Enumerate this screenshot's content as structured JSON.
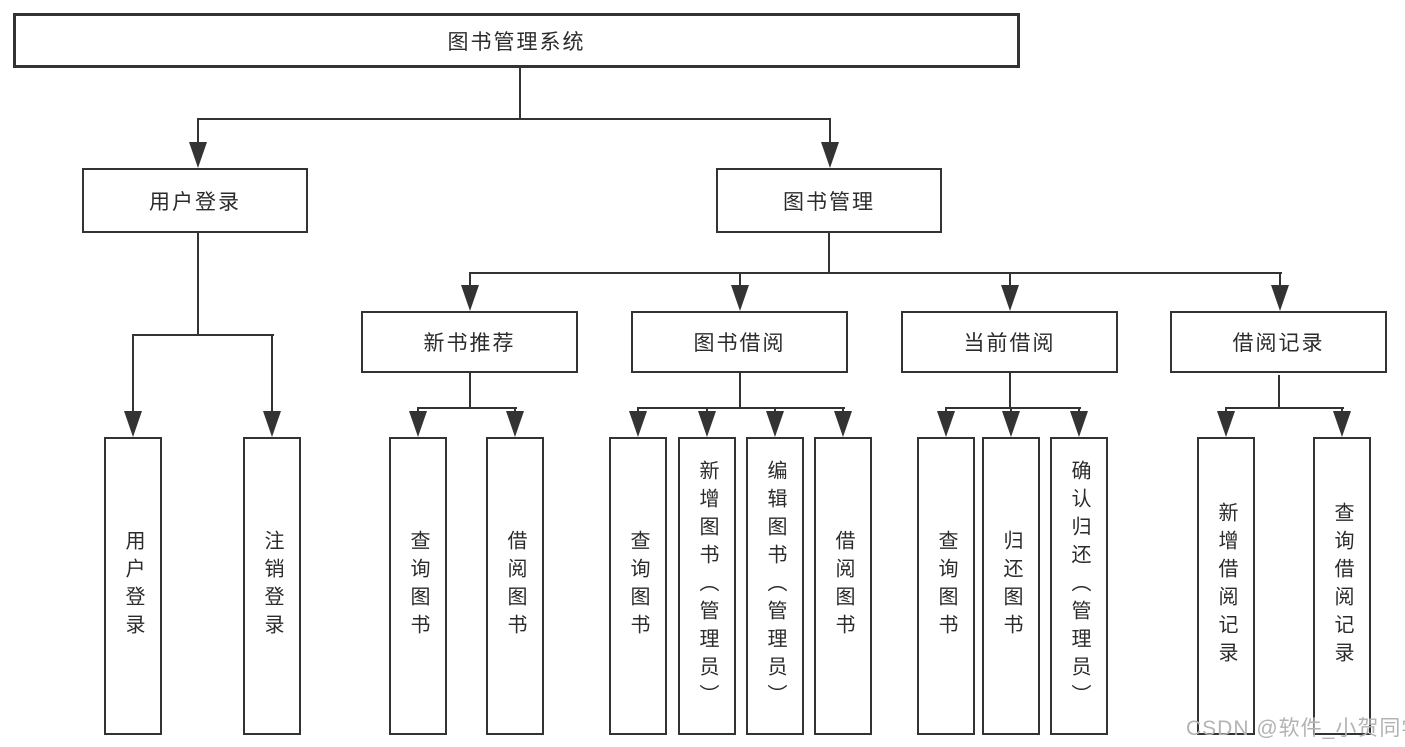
{
  "colors": {
    "line": "#333333",
    "text": "#2b2b2b",
    "watermark": "#b3b3b3",
    "background": "#ffffff"
  },
  "diagram": {
    "root": {
      "label": "图书管理系统"
    },
    "level2": [
      {
        "label": "用户登录"
      },
      {
        "label": "图书管理"
      }
    ],
    "level3": [
      {
        "label": "新书推荐"
      },
      {
        "label": "图书借阅"
      },
      {
        "label": "当前借阅"
      },
      {
        "label": "借阅记录"
      }
    ],
    "leaves": {
      "user_login": [
        "用户登录",
        "注销登录"
      ],
      "new_book_recommend": [
        "查询图书",
        "借阅图书"
      ],
      "book_borrow": [
        "查询图书",
        "新增图书（管理员）",
        "编辑图书（管理员）",
        "借阅图书"
      ],
      "current_borrow": [
        "查询图书",
        "归还图书",
        "确认归还（管理员）"
      ],
      "borrow_record": [
        "新增借阅记录",
        "查询借阅记录"
      ]
    }
  },
  "watermark": {
    "text": "CSDN @软件_小贺同学"
  }
}
